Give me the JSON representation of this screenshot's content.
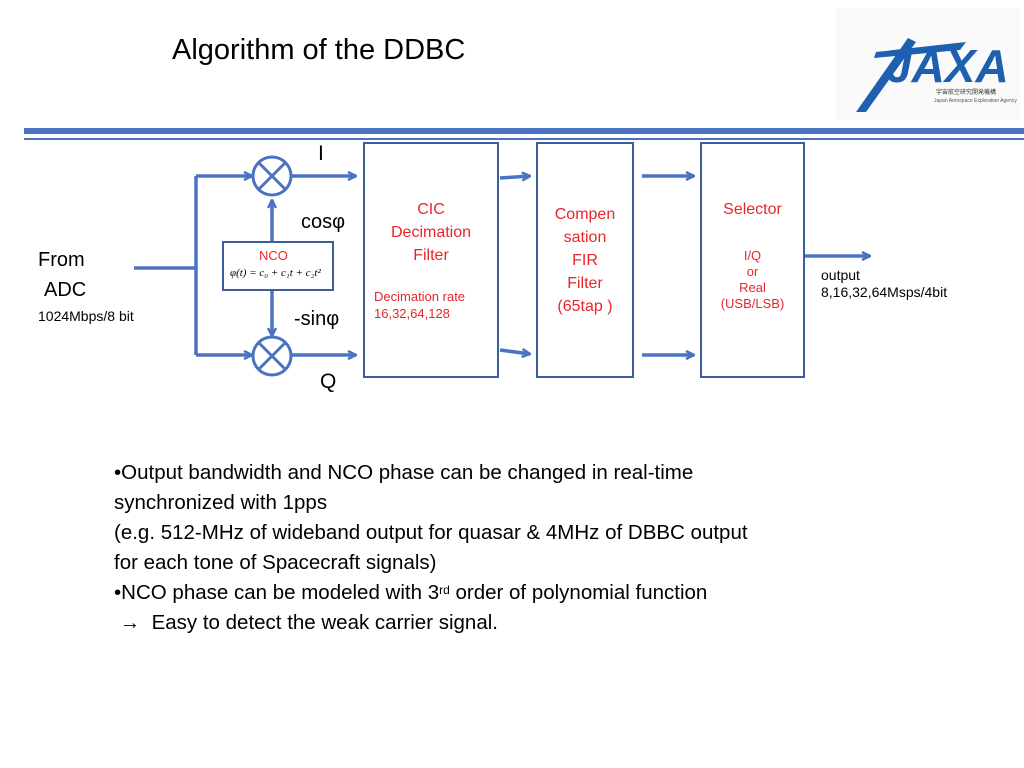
{
  "title": "Algorithm of the DDBC",
  "logo": {
    "text": "JAXA",
    "sub_jp": "宇宙航空研究開発機構",
    "sub_en": "Japan Aerospace Exploration Agency"
  },
  "input": {
    "line1": "From",
    "line2": "ADC",
    "rate": "1024Mbps/8 bit"
  },
  "labels": {
    "i": "I",
    "q": "Q",
    "cos": "cosφ",
    "sin": "-sinφ"
  },
  "nco": {
    "label": "NCO",
    "formula": "φ(t) = c₀ + c₁t + c₂t²"
  },
  "cic": {
    "line1": "CIC",
    "line2": "Decimation",
    "line3": "Filter",
    "rate_label": "Decimation rate",
    "rates": "16,32,64,128"
  },
  "fir": {
    "line1": "Compen",
    "line2": "sation",
    "line3": "FIR",
    "line4": "Filter",
    "line5": "(65tap )"
  },
  "selector": {
    "title": "Selector",
    "line1": "I/Q",
    "line2": "or",
    "line3": "Real",
    "line4": "(USB/LSB)"
  },
  "output": {
    "line1": "output",
    "line2": "8,16,32,64Msps/4bit"
  },
  "bullets": {
    "b1a": "•Output bandwidth and NCO phase can be changed in real-time",
    "b1b": "synchronized with 1pps",
    "b1c": "(e.g. 512-MHz of wideband output for quasar & 4MHz of DBBC output",
    "b1d": "for each tone of Spacecraft signals)",
    "b2_pre": "•NCO phase can be modeled with 3",
    "b2_sup": "rd",
    "b2_post": " order of polynomial function",
    "b3": " →  Easy to detect the weak carrier signal."
  },
  "colors": {
    "line": "#4a74c2",
    "block_border": "#3a5f9f",
    "red": "#e8262a",
    "logo": "#1f5fb0"
  }
}
